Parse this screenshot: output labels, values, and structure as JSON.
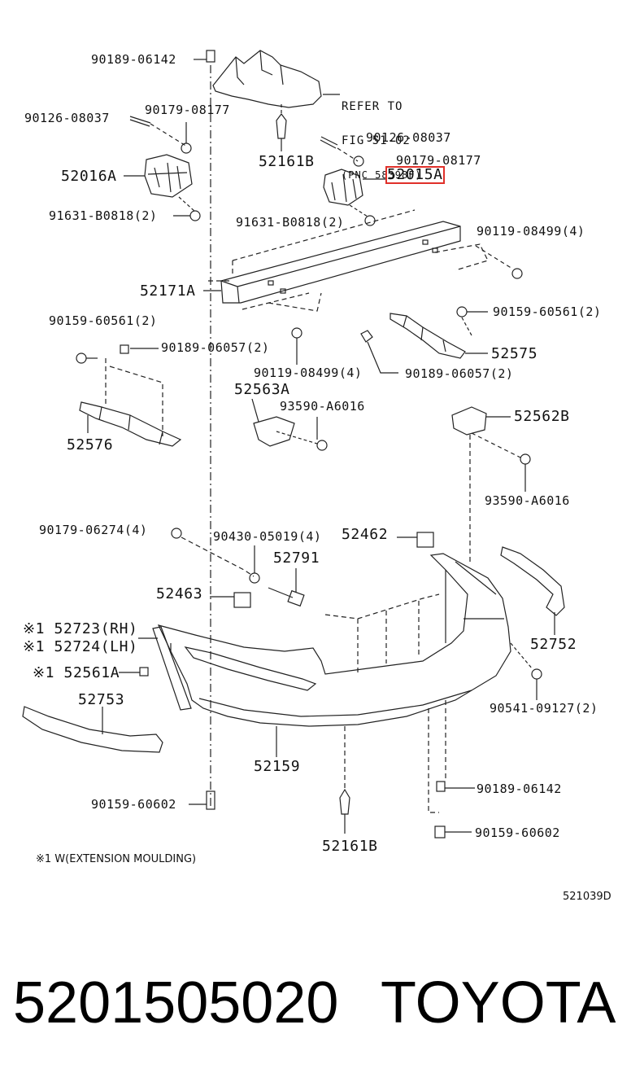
{
  "diagram": {
    "refer_note": {
      "line1": "REFER TO",
      "line2": "FIG 51-02",
      "line3": "(PNC 58398F)"
    },
    "parts": {
      "p90189_06142_top": "90189-06142",
      "p90126_08037_left": "90126-08037",
      "p90179_08177_left": "90179-08177",
      "p52161B_top": "52161B",
      "p90126_08037_right": "90126-08037",
      "p90179_08177_right": "90179-08177",
      "p52016A": "52016A",
      "p52015A": "52015A",
      "p91631_B0818_left": "91631-B0818(2)",
      "p91631_B0818_right": "91631-B0818(2)",
      "p90119_08499_right": "90119-08499(4)",
      "p52171A": "52171A",
      "p90159_60561_left": "90159-60561(2)",
      "p90159_60561_right": "90159-60561(2)",
      "p90189_06057_left": "90189-06057(2)",
      "p52575": "52575",
      "p90119_08499_mid": "90119-08499(4)",
      "p90189_06057_right": "90189-06057(2)",
      "p52563A": "52563A",
      "p93590_A6016_left": "93590-A6016",
      "p52562B": "52562B",
      "p52576": "52576",
      "p93590_A6016_right": "93590-A6016",
      "p90179_06274": "90179-06274(4)",
      "p90430_05019": "90430-05019(4)",
      "p52462": "52462",
      "p52791": "52791",
      "p52463": "52463",
      "p52723": "※1 52723(RH)",
      "p52724": "※1 52724(LH)",
      "p52752": "52752",
      "p52561A": "※1 52561A",
      "p90541_09127": "90541-09127(2)",
      "p52753": "52753",
      "p52159": "52159",
      "p90189_06142_bottom": "90189-06142",
      "p90159_60602_left": "90159-60602",
      "p90159_60602_right": "90159-60602",
      "p52161B_bottom": "52161B"
    },
    "footnote": "※1 W(EXTENSION MOULDING)",
    "figure_code": "521039D",
    "highlight_color": "#e0302a"
  },
  "footer": {
    "part_number": "5201505020",
    "brand": "TOYOTA"
  }
}
